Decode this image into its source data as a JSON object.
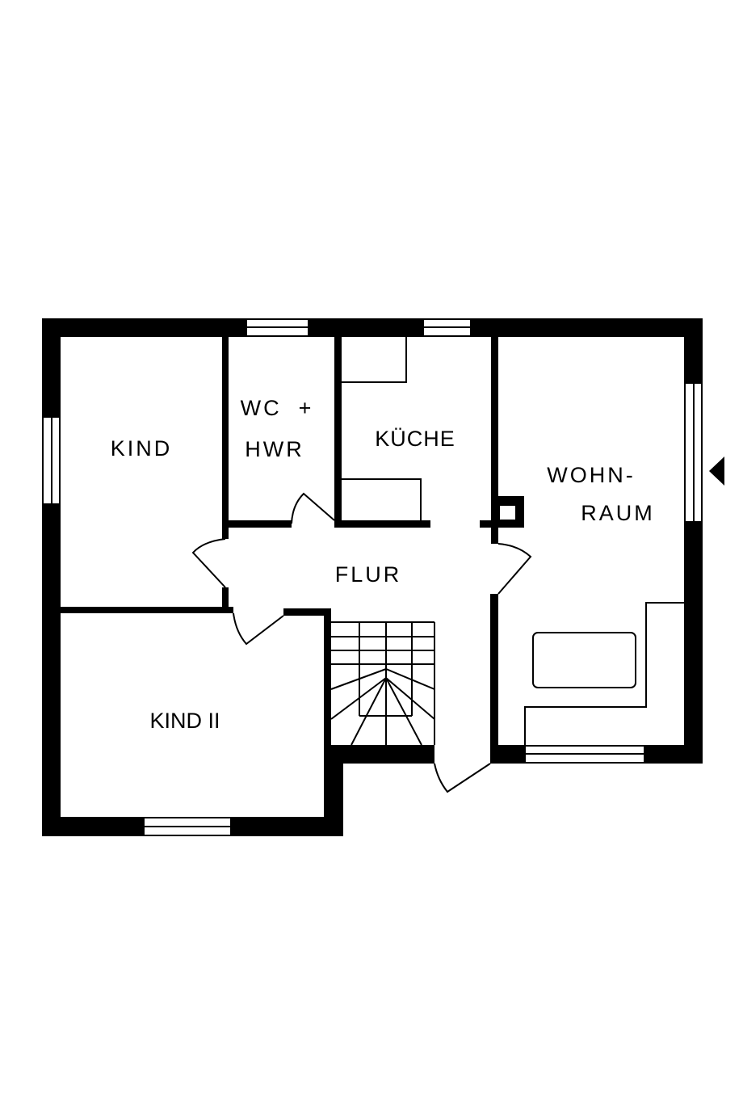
{
  "floor_plan": {
    "rooms": [
      {
        "id": "kind",
        "label": "KIND"
      },
      {
        "id": "wc",
        "label_line1": "WC  +",
        "label_line2": "HWR"
      },
      {
        "id": "kueche",
        "label": "KÜCHE"
      },
      {
        "id": "wohnraum",
        "label_line1": "WOHN-",
        "label_line2": "RAUM"
      },
      {
        "id": "flur",
        "label": "FLUR"
      },
      {
        "id": "kind2",
        "label": "KIND II"
      }
    ],
    "entrance_marker": "triangle-arrow-icon",
    "colors": {
      "wall": "#000000",
      "background": "#ffffff"
    }
  }
}
